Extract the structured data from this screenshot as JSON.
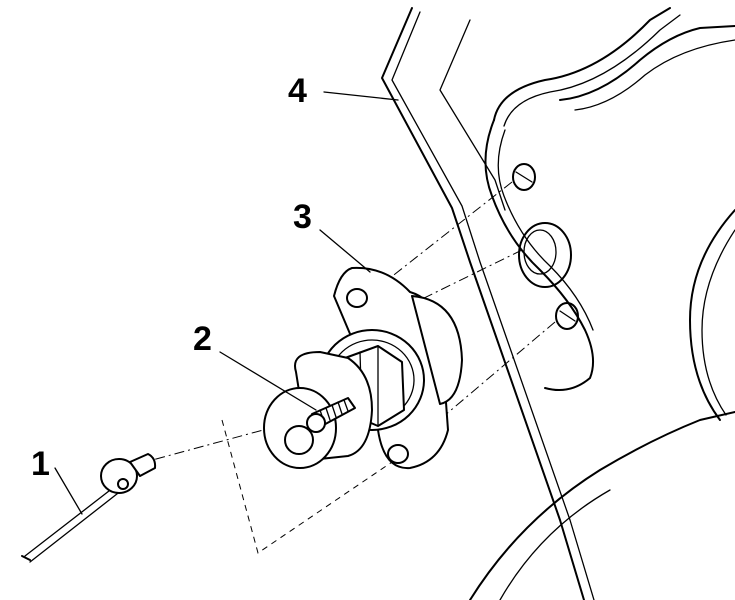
{
  "callouts": [
    {
      "label": "1",
      "part": "pin"
    },
    {
      "label": "2",
      "part": "bolt"
    },
    {
      "label": "3",
      "part": "flanged-housing"
    },
    {
      "label": "4",
      "part": "engine-case"
    }
  ]
}
